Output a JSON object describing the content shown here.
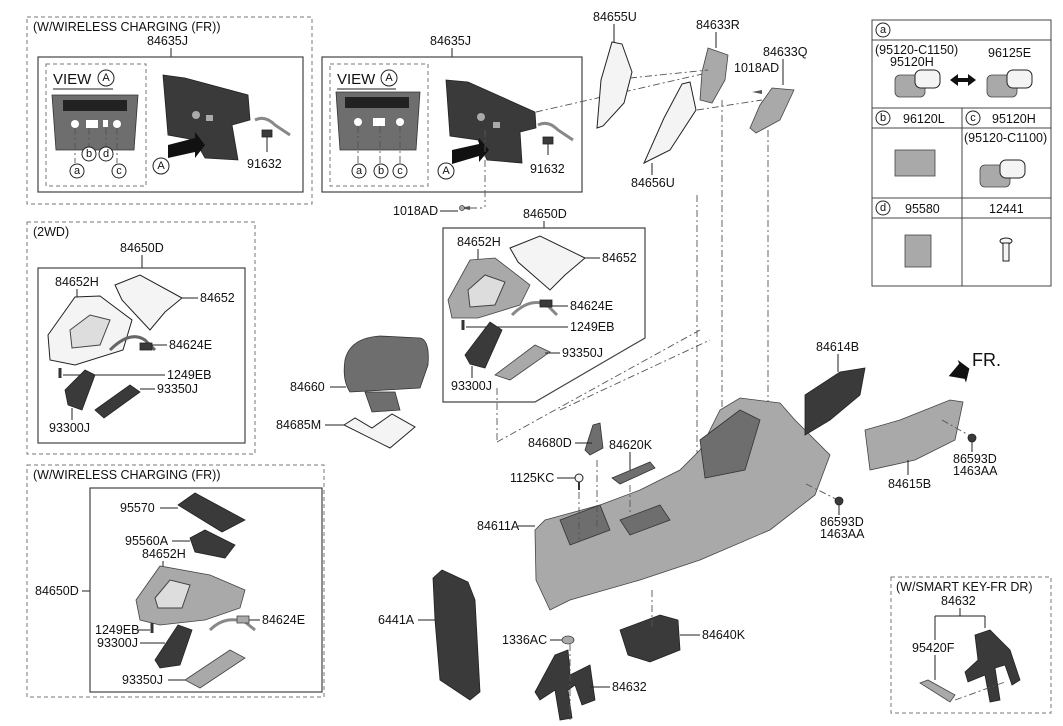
{
  "diagram": {
    "title": "Console parts diagram",
    "groups": {
      "wireless_top": {
        "title": "(W/WIRELESS CHARGING (FR))",
        "assembly": "84635J",
        "view_label": "VIEW",
        "view_marker": "A",
        "arrow_marker": "A",
        "callouts": [
          "a",
          "b",
          "d",
          "c"
        ],
        "wire": "91632"
      },
      "center_top": {
        "assembly": "84635J",
        "view_label": "VIEW",
        "view_marker": "A",
        "arrow_marker": "A",
        "callouts": [
          "a",
          "b",
          "c"
        ],
        "wire": "91632",
        "screw": "1018AD"
      },
      "two_wd": {
        "title": "(2WD)",
        "assembly": "84650D",
        "parts": [
          "84652H",
          "84652",
          "84624E",
          "1249EB",
          "93350J",
          "93300J"
        ]
      },
      "center_shift": {
        "assembly": "84650D",
        "parts": [
          "84652H",
          "84652",
          "84624E",
          "1249EB",
          "93350J",
          "93300J"
        ]
      },
      "wireless_bottom": {
        "title": "(W/WIRELESS CHARGING (FR))",
        "assembly": "84650D",
        "parts": [
          "95570",
          "95560A",
          "84652H",
          "84624E",
          "1249EB",
          "93300J",
          "93350J"
        ]
      },
      "smart_key": {
        "title": "(W/SMART KEY-FR DR)",
        "assembly": "84632",
        "parts": [
          "95420F"
        ]
      }
    },
    "labels": {
      "p84655U": "84655U",
      "p84633R": "84633R",
      "p84633Q": "84633Q",
      "p1018AD_top": "1018AD",
      "p84656U": "84656U",
      "p84660": "84660",
      "p84685M": "84685M",
      "p84680D": "84680D",
      "p84620K": "84620K",
      "p1125KC": "1125KC",
      "p84611A": "84611A",
      "p84614B": "84614B",
      "p84615B": "84615B",
      "p86593D_a": "86593D",
      "p1463AA_a": "1463AA",
      "p86593D_b": "86593D",
      "p1463AA_b": "1463AA",
      "p6441A": "6441A",
      "p1336AC": "1336AC",
      "p84640K": "84640K",
      "p84632": "84632",
      "fr": "FR."
    },
    "legend_table": {
      "a": {
        "marker": "a",
        "alt": "(95120-C1150)",
        "part": "95120H",
        "alt_part": "96125E"
      },
      "b": {
        "marker": "b",
        "part": "96120L"
      },
      "c": {
        "marker": "c",
        "part": "95120H",
        "alt": "(95120-C1100)"
      },
      "d": {
        "marker": "d",
        "part": "95580"
      },
      "screw": {
        "part": "12441"
      }
    }
  }
}
